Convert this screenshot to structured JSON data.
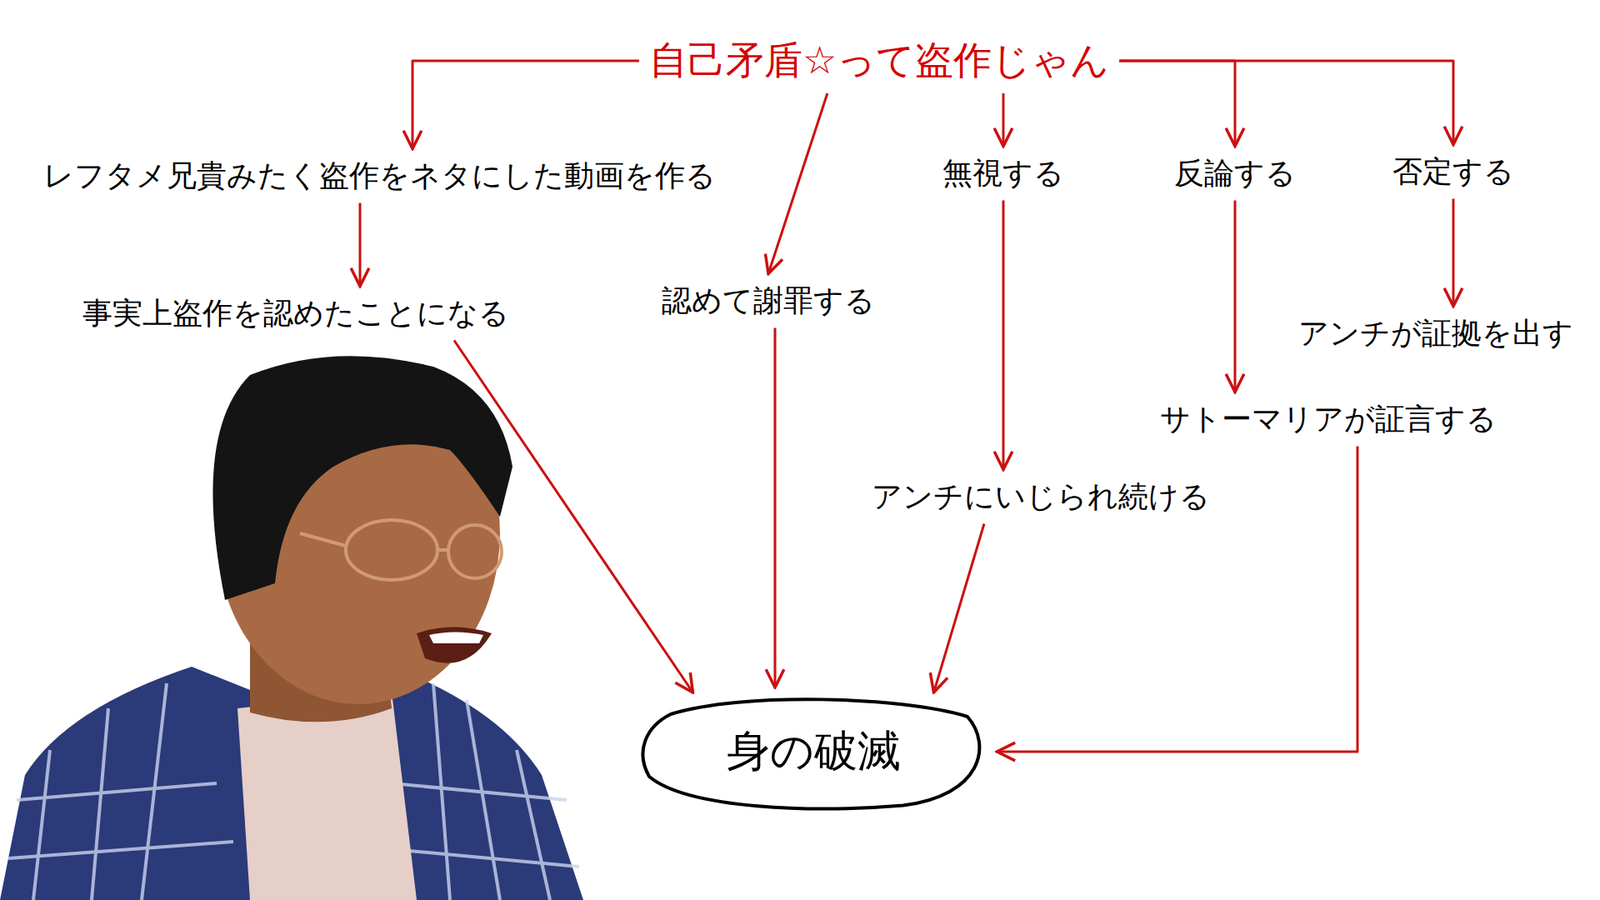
{
  "diagram": {
    "nodes": [
      {
        "text": [
          "自己矛盾☆って盗作じゃん"
        ]
      },
      {
        "text": [
          "レフタメ兄貴みたく盗作をネタにした動画を作る"
        ]
      },
      {
        "text": [
          "無視する"
        ]
      },
      {
        "text": [
          "反論する"
        ]
      },
      {
        "text": [
          "否定する"
        ]
      },
      {
        "text": [
          "事実上盗作を認めたことになる"
        ]
      },
      {
        "text": [
          "認めて謝罪する"
        ]
      },
      {
        "text": [
          "アンチが証拠を出す"
        ]
      },
      {
        "text": [
          "サトーマリアが証言する"
        ]
      },
      {
        "text": [
          "アンチにいじられ続ける"
        ]
      },
      {
        "text": [
          "身の破滅"
        ]
      }
    ],
    "edges": [
      {
        "from": 0,
        "to": 1,
        "arrow": "to"
      },
      {
        "from": 0,
        "to": 6,
        "arrow": "to"
      },
      {
        "from": 0,
        "to": 2,
        "arrow": "to"
      },
      {
        "from": 0,
        "to": 3,
        "arrow": "to"
      },
      {
        "from": 0,
        "to": 4,
        "arrow": "to"
      },
      {
        "from": 1,
        "to": 5,
        "arrow": "to"
      },
      {
        "from": 2,
        "to": 9,
        "arrow": "to"
      },
      {
        "from": 3,
        "to": 8,
        "arrow": "to"
      },
      {
        "from": 4,
        "to": 7,
        "arrow": "to"
      },
      {
        "from": 5,
        "to": 10,
        "arrow": "to"
      },
      {
        "from": 6,
        "to": 10,
        "arrow": "to"
      },
      {
        "from": 9,
        "to": 10,
        "arrow": "to"
      },
      {
        "from": 8,
        "to": 10,
        "arrow": "to"
      }
    ]
  }
}
